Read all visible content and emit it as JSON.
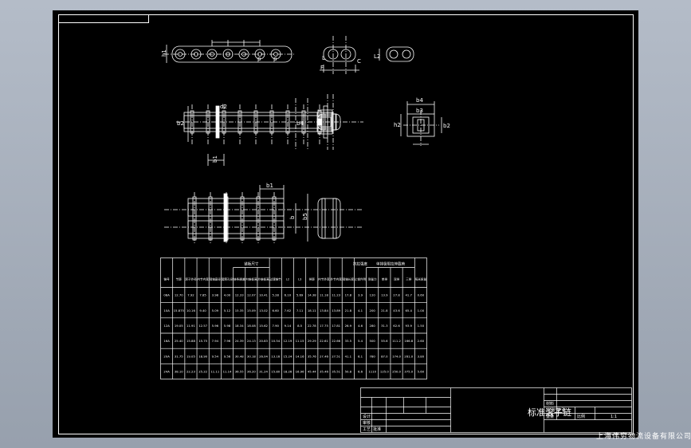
{
  "title_block": {
    "drawing_title": "标准滚子链",
    "company": "上海伟穷物流设备有限公司",
    "left_rows": [
      "设计",
      "审核",
      "工艺",
      "批准"
    ],
    "right_rows": [
      "材料",
      "比例",
      "重量",
      "共 张 第 张"
    ],
    "scale_value": "1:1"
  },
  "dimension_labels": {
    "side_view": [
      "h1",
      "p",
      "p"
    ],
    "end_view": [
      "L",
      "F",
      "C",
      "L2"
    ],
    "top_view": [
      "b2",
      "b4",
      "d2",
      "b1"
    ],
    "cross_section": [
      "b4",
      "b3",
      "h2",
      "b2"
    ],
    "double_view": [
      "b1",
      "b5",
      "b"
    ]
  },
  "spec_table": {
    "header_groups": [
      "链板尺寸",
      "抗拉强度",
      "单排极限拉伸载荷"
    ],
    "columns": [
      "链号",
      "节距",
      "滚子外径",
      "内节内宽",
      "销轴直径",
      "套筒孔径",
      "链条通道高度",
      "内链板高度",
      "外链板高度",
      "过渡链节尺寸L1",
      "L2",
      "L3",
      "排距",
      "内节外宽",
      "外节内宽",
      "销轴长度单排",
      "止锁件附加宽度",
      "测量力",
      "单排",
      "双排",
      "三排",
      "每米质量"
    ],
    "rows": [
      [
        "08A",
        "12.70",
        "7.92",
        "7.85",
        "3.98",
        "4.00",
        "12.33",
        "12.07",
        "10.41",
        "5.28",
        "6.10",
        "5.69",
        "14.38",
        "11.18",
        "11.23",
        "17.8",
        "3.9",
        "120",
        "13.9",
        "27.8",
        "41.7",
        "0.60"
      ],
      [
        "10A",
        "15.875",
        "10.16",
        "9.40",
        "5.09",
        "5.12",
        "15.35",
        "15.09",
        "13.02",
        "6.60",
        "7.62",
        "7.11",
        "18.11",
        "13.84",
        "13.89",
        "21.8",
        "4.1",
        "200",
        "21.8",
        "43.6",
        "65.4",
        "1.00"
      ],
      [
        "12A",
        "19.05",
        "11.91",
        "12.57",
        "5.96",
        "5.98",
        "18.34",
        "18.08",
        "15.62",
        "7.90",
        "9.14",
        "8.5",
        "22.78",
        "17.75",
        "17.81",
        "26.9",
        "4.6",
        "280",
        "31.3",
        "62.6",
        "93.9",
        "1.50"
      ],
      [
        "16A",
        "25.40",
        "15.88",
        "15.75",
        "7.94",
        "7.96",
        "24.39",
        "24.13",
        "20.83",
        "10.54",
        "12.19",
        "11.15",
        "29.29",
        "22.61",
        "22.66",
        "33.5",
        "5.4",
        "500",
        "55.6",
        "111.2",
        "166.8",
        "2.60"
      ],
      [
        "20A",
        "31.75",
        "19.05",
        "18.90",
        "9.54",
        "9.56",
        "30.48",
        "30.18",
        "26.04",
        "13.16",
        "15.24",
        "14.16",
        "35.76",
        "27.46",
        "27.51",
        "41.1",
        "6.1",
        "780",
        "87.0",
        "174.0",
        "261.0",
        "3.80"
      ],
      [
        "24A",
        "38.10",
        "22.23",
        "25.22",
        "11.11",
        "11.14",
        "36.55",
        "36.20",
        "31.24",
        "15.80",
        "18.26",
        "16.96",
        "45.44",
        "35.46",
        "35.51",
        "50.8",
        "6.6",
        "1110",
        "125.0",
        "250.0",
        "375.0",
        "5.60"
      ]
    ]
  }
}
